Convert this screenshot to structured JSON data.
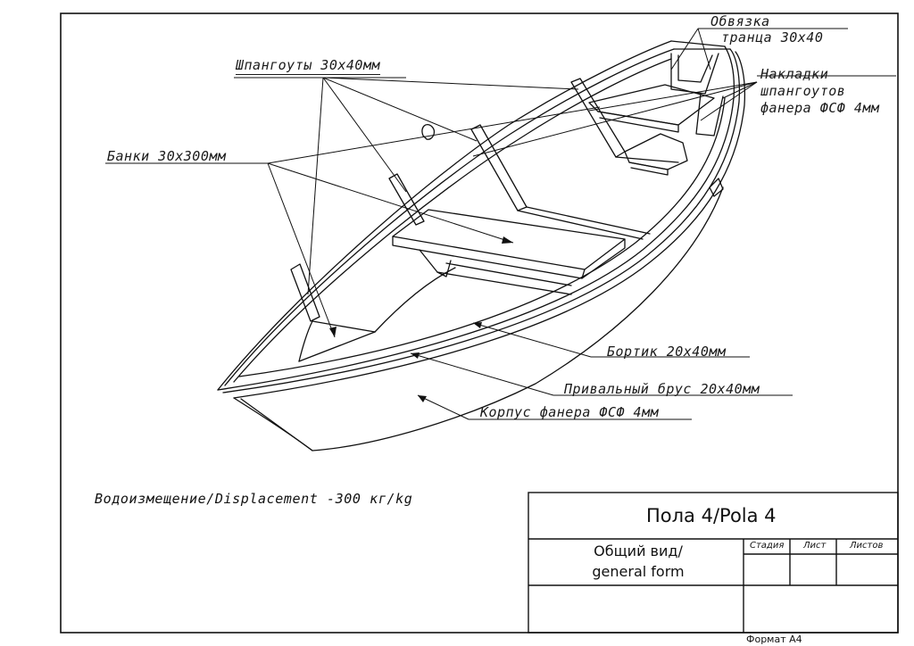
{
  "labels": {
    "obvyazka_1": "Обвязка",
    "obvyazka_2": "транца 30х40",
    "shpangouty": "Шпангоуты 30х40мм",
    "nakladki_1": "Накладки",
    "nakladki_2": "шпангоутов",
    "nakladki_3": "фанера ФСФ 4мм",
    "banki": "Банки 30х300мм",
    "bortik": "Бортик 20х40мм",
    "privalny": "Привальный брус 20х40мм",
    "korpus": "Корпус фанера ФСФ 4мм"
  },
  "displacement": "Водоизмещение/Displacement -300 кг/kg",
  "title_block": {
    "title": "Пола 4/Pola 4",
    "subtitle_1": "Общий вид/",
    "subtitle_2": "general form",
    "col_stage": "Стадия",
    "col_sheet": "Лист",
    "col_sheets": "Листов",
    "format": "Формат А4"
  }
}
